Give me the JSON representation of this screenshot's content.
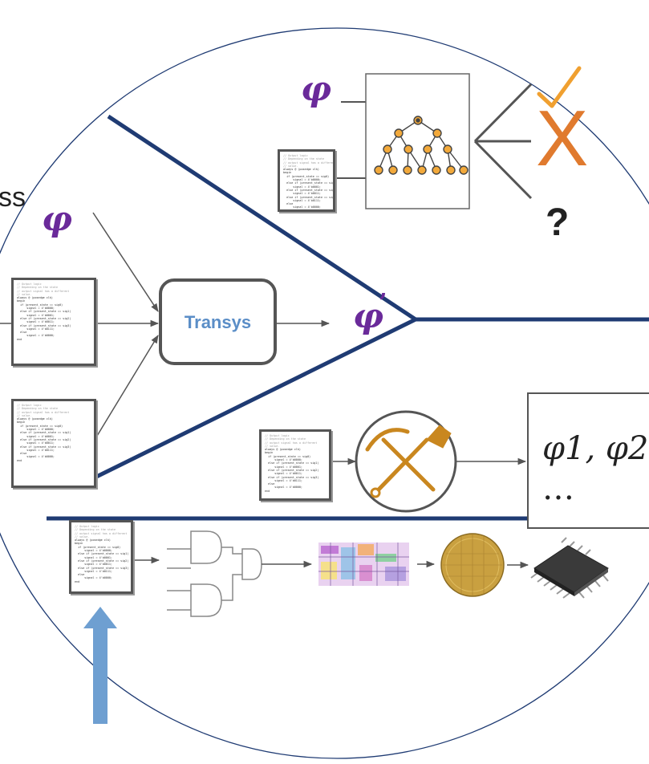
{
  "labels": {
    "phi_top": "φ",
    "phi_left": "φ",
    "phi_prime": "φ",
    "prime_mark": "’",
    "transys_label": "Transys",
    "question_mark": "?",
    "cut_off_text": "ss",
    "x_mark": "X",
    "mined_props_line1": "φ1, φ2",
    "mined_props_line2": "…"
  },
  "code_snippet": [
    "// Output logic",
    "// Depending on the state",
    "// output signal has a different",
    "// value.",
    "always @ (posedge clk)",
    "begin",
    "  if (present_state == sig0)",
    "      signal = 4'b0000;",
    "  else if (present_state == sig1)",
    "      signal = 4'b0001;",
    "  else if (present_state == sig2)",
    "      signal = 4'b0011;",
    "  else if (present_state == sig3)",
    "      signal = 4'b0111;",
    "  else",
    "      signal = 4'b0000;",
    "end"
  ],
  "colors": {
    "phi_purple": "#6a2a9a",
    "divider_navy": "#1f3b73",
    "transys_blue": "#5b8ec7",
    "check_orange": "#f0a030",
    "x_orange": "#e07a2e",
    "tree_node_fill": "#f2a93b",
    "tools_gold": "#c9871f",
    "arrow_blue": "#6e9fd1",
    "wafer_gold": "#c9a040"
  },
  "icons": [
    "decision-tree-icon",
    "check-icon",
    "pickaxe-shovel-icon",
    "logic-gates-icon",
    "chip-layout-icon",
    "silicon-wafer-icon",
    "microchip-icon",
    "up-arrow-icon"
  ]
}
